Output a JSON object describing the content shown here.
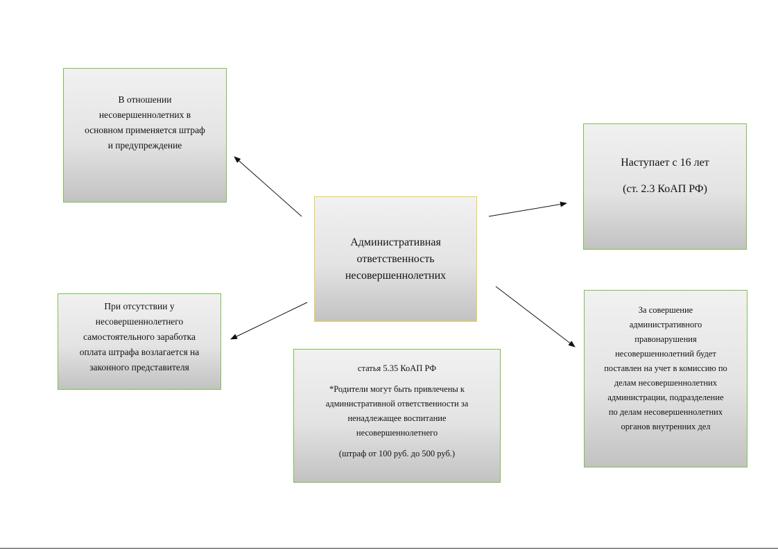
{
  "center": {
    "lines": [
      "Административная",
      "ответственность",
      "несовершеннолетних"
    ]
  },
  "top_left": {
    "lines": [
      "В отношении",
      "несовершеннолетних в",
      "основном применяется штраф",
      "и предупреждение"
    ]
  },
  "top_right": {
    "line1": "Наступает с 16 лет",
    "line2": "(ст. 2.3 КоАП РФ)"
  },
  "bottom_left": {
    "lines": [
      "При отсутствии у",
      "несовершеннолетнего",
      "самостоятельного заработка",
      "оплата штрафа возлагается на",
      "законного представителя"
    ]
  },
  "bottom_middle": {
    "heading": "статья 5.35 КоАП РФ",
    "lines": [
      "*Родители могут быть привлечены к",
      "административной ответственности за",
      "ненадлежащее воспитание",
      "несовершеннолетнего"
    ],
    "fine": "(штраф от 100 руб. до 500 руб.)"
  },
  "bottom_right": {
    "lines": [
      "За совершение",
      "административного",
      "правонарушения",
      "несовершеннолетний будет",
      "поставлен на учет в комиссию по",
      "делам несовершеннолетних",
      "администрации, подразделение",
      "по делам несовершеннолетних",
      "органов внутренних дел"
    ]
  },
  "colors": {
    "box_border": "#7cbf4f",
    "center_border": "#f0d23a",
    "arrow": "#111111"
  }
}
